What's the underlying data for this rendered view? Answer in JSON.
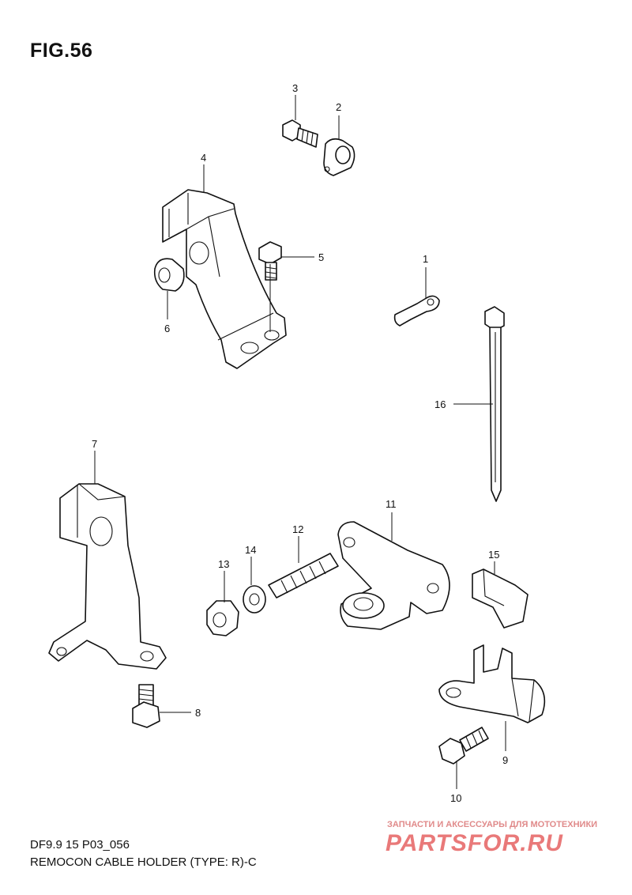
{
  "figure_title": "FIG.56",
  "footer": {
    "model_code": "DF9.9 15 P03_056",
    "description": "REMOCON CABLE HOLDER (TYPE: R)-C"
  },
  "watermark": {
    "tagline": "ЗАПЧАСТИ И АКСЕССУАРЫ ДЛЯ МОТОТЕХНИКИ",
    "logo_text": "PARTSFOR.RU"
  },
  "callouts": {
    "p1": "1",
    "p2": "2",
    "p3": "3",
    "p4": "4",
    "p5": "5",
    "p6": "6",
    "p7": "7",
    "p8": "8",
    "p9": "9",
    "p10": "10",
    "p11": "11",
    "p12": "12",
    "p13": "13",
    "p14": "14",
    "p15": "15",
    "p16": "16"
  }
}
